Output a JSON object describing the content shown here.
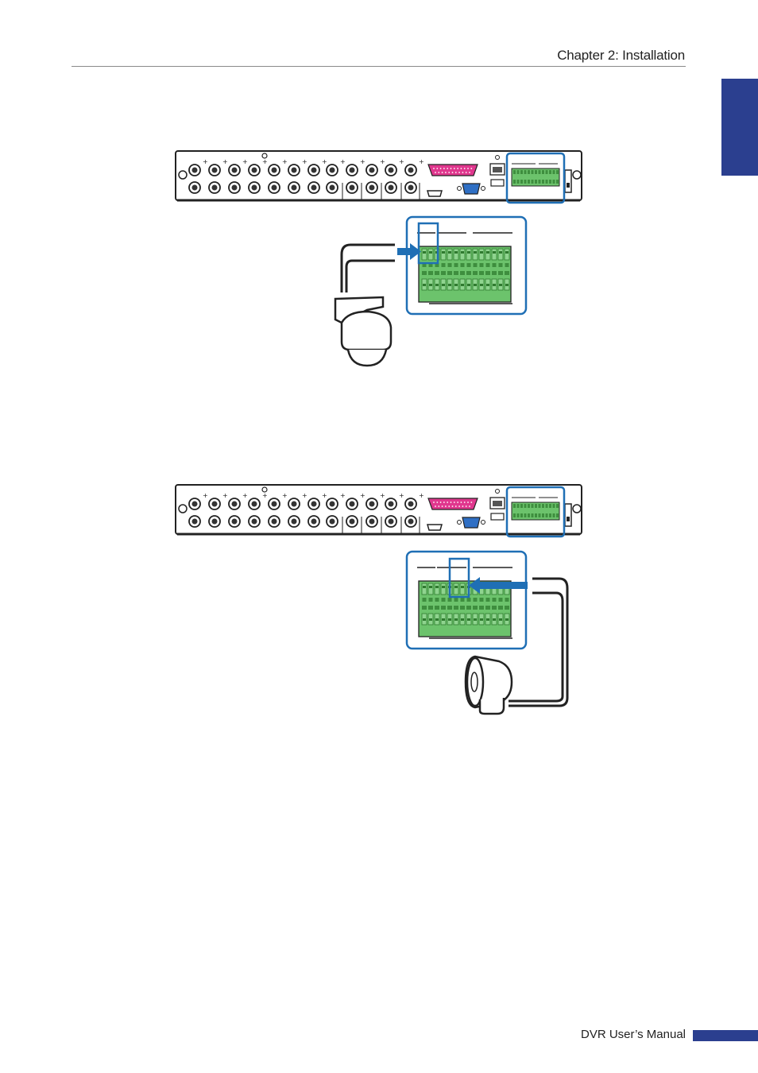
{
  "header": {
    "chapter_title": "Chapter 2: Installation"
  },
  "footer": {
    "manual_title": "DVR User’s Manual"
  },
  "colors": {
    "accent_blue": "#2b3f8f",
    "highlight_blue": "#1f6fb5",
    "terminal_green": "#6cc36c",
    "dsub_magenta": "#e0378e",
    "vga_blue": "#2f6fc4"
  },
  "figures": [
    {
      "name": "ptz-camera-to-rs485-terminal",
      "device_icon": "ptz-dome-camera-icon",
      "arrow_direction": "right"
    },
    {
      "name": "siren-to-alarm-output-terminal",
      "device_icon": "siren-icon",
      "arrow_direction": "left"
    }
  ]
}
